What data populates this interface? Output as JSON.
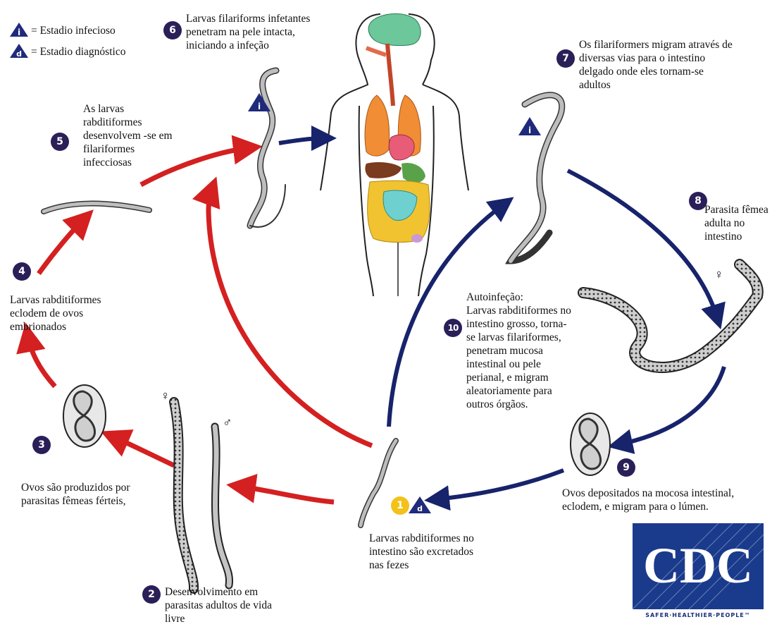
{
  "legend": {
    "infective_symbol": "i",
    "infective_label": "= Estadio infecioso",
    "diagnostic_symbol": "d",
    "diagnostic_label": "= Estadio diagnóstico"
  },
  "steps": [
    {
      "number": "1",
      "text": "Larvas rabditiformes no\nintestino são excretados\nnas fezes"
    },
    {
      "number": "2",
      "text": "Desenvolvimento em\nparasitas adultos de vida\nlivre"
    },
    {
      "number": "3",
      "text": "Ovos são produzidos por\nparasitas fêmeas férteis,"
    },
    {
      "number": "4",
      "text": "Larvas rabditiformes\neclodem de ovos\nembrionados"
    },
    {
      "number": "5",
      "text": "As larvas\nrabditiformes\ndesenvolvem -se em\nfilariformes\ninfecciosas"
    },
    {
      "number": "6",
      "text": "Larvas filariforms infetantes\npenetram na pele intacta,\niniciando a infeção"
    },
    {
      "number": "7",
      "text": "Os filariformers migram através de\ndiversas vias para o intestino\ndelgado onde eles tornam-se\nadultos"
    },
    {
      "number": "8",
      "text": "Parasita fêmea\nadulta no\nintestino"
    },
    {
      "number": "9",
      "text": "Ovos depositados na mocosa intestinal,\neclodem, e migram para o lúmen."
    },
    {
      "number": "10",
      "text": "Autoinfeção:\nLarvas rabditiformes no\nintestino grosso, torna-\nse larvas filariformes,\npenetram mucosa\nintestinal ou pele\nperianal, e migram\naleatoriamente para\noutros órgãos."
    }
  ],
  "symbols": {
    "female": "♀",
    "male": "♂"
  },
  "logo": {
    "letters": "CDC",
    "tagline": "SAFER·HEALTHIER·PEOPLE™"
  },
  "colors": {
    "free_living_cycle": "#d42020",
    "parasitic_cycle": "#17236b",
    "number_badge": "#2b1f58",
    "diagnostic_badge": "#f2c21b",
    "logo_blue": "#1a3a8c"
  },
  "icons": [
    "infective-stage-triangle-icon",
    "diagnostic-stage-triangle-icon",
    "worm-icon",
    "egg-icon",
    "human-body-icon",
    "cdc-logo-icon"
  ]
}
